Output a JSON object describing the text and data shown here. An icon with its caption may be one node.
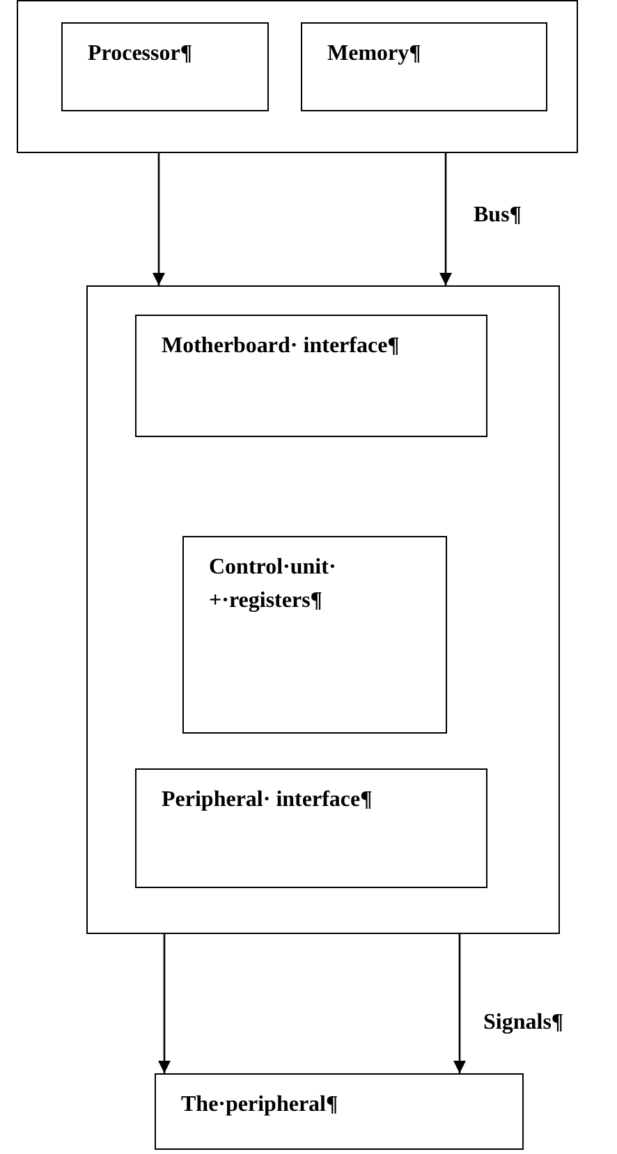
{
  "diagram": {
    "nodes": [
      {
        "text": [],
        "shape": "box"
      },
      {
        "text": [
          "Processor¶"
        ],
        "in": 0
      },
      {
        "text": [
          "Memory¶"
        ],
        "in": 0
      },
      {
        "text": [],
        "shape": "box"
      },
      {
        "text": [
          "Motherboard· interface¶"
        ],
        "in": 3
      },
      {
        "text": [
          "Control·unit· +·registers¶"
        ],
        "in": 3
      },
      {
        "text": [
          "Peripheral· interface¶"
        ],
        "in": 3
      },
      {
        "text": [
          "The·peripheral¶"
        ]
      }
    ],
    "edges": [
      {
        "from": 0,
        "to": 3,
        "arrow": "to"
      },
      {
        "from": 0,
        "to": 3,
        "arrow": "to",
        "label": "Bus¶"
      },
      {
        "from": 3,
        "to": 7,
        "arrow": "to"
      },
      {
        "from": 3,
        "to": 7,
        "arrow": "to",
        "label": "Signals¶"
      }
    ]
  }
}
